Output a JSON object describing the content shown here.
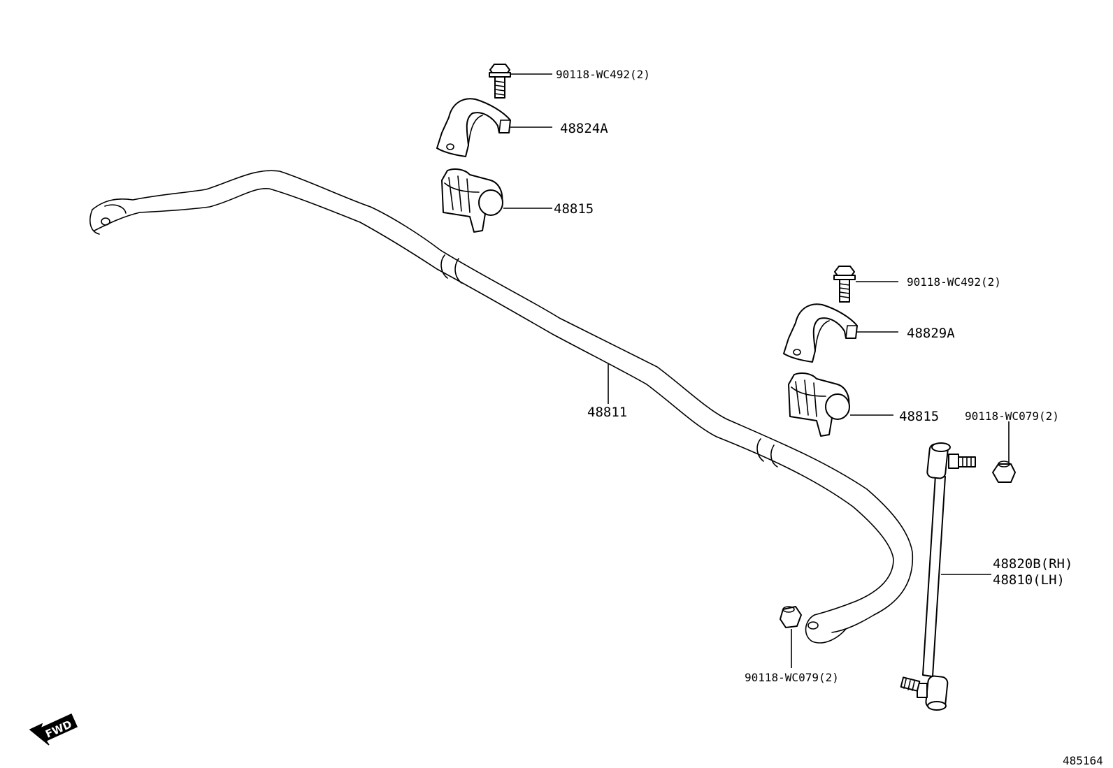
{
  "labels": {
    "bolt_top": "90118-WC492(2)",
    "bracket_top": "48824A",
    "bushing_top": "48815",
    "bolt_right": "90118-WC492(2)",
    "bracket_right": "48829A",
    "bushing_right": "48815",
    "nut_right": "90118-WC079(2)",
    "stabilizer_bar": "48811",
    "link_rh": "48820B(RH)",
    "link_lh": "48810(LH)",
    "nut_bottom": "90118-WC079(2)"
  },
  "fwd_arrow": "FWD",
  "diagram_id": "485164"
}
